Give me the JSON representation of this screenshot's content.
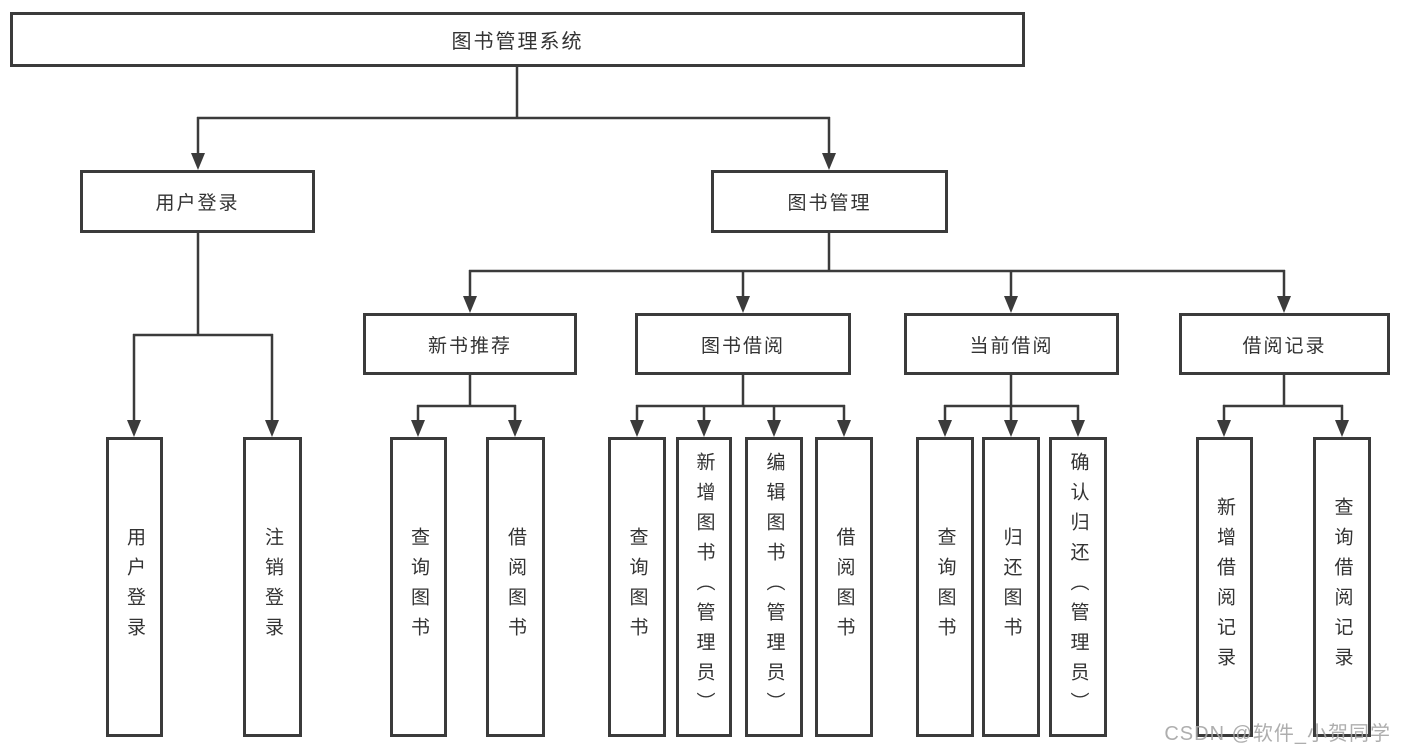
{
  "tree": {
    "label": "图书管理系统",
    "children": [
      {
        "label": "用户登录",
        "children": [
          {
            "label": "用户登录"
          },
          {
            "label": "注销登录"
          }
        ]
      },
      {
        "label": "图书管理",
        "children": [
          {
            "label": "新书推荐",
            "children": [
              {
                "label": "查询图书"
              },
              {
                "label": "借阅图书"
              }
            ]
          },
          {
            "label": "图书借阅",
            "children": [
              {
                "label": "查询图书"
              },
              {
                "label": "新增图书（管理员）"
              },
              {
                "label": "编辑图书（管理员）"
              },
              {
                "label": "借阅图书"
              }
            ]
          },
          {
            "label": "当前借阅",
            "children": [
              {
                "label": "查询图书"
              },
              {
                "label": "归还图书"
              },
              {
                "label": "确认归还（管理员）"
              }
            ]
          },
          {
            "label": "借阅记录",
            "children": [
              {
                "label": "新增借阅记录"
              },
              {
                "label": "查询借阅记录"
              }
            ]
          }
        ]
      }
    ]
  },
  "watermark": "CSDN @软件_小贺同学",
  "colors": {
    "line": "#3b3b3b",
    "text": "#333333",
    "watermark": "#a6a6a6",
    "background": "#ffffff"
  }
}
